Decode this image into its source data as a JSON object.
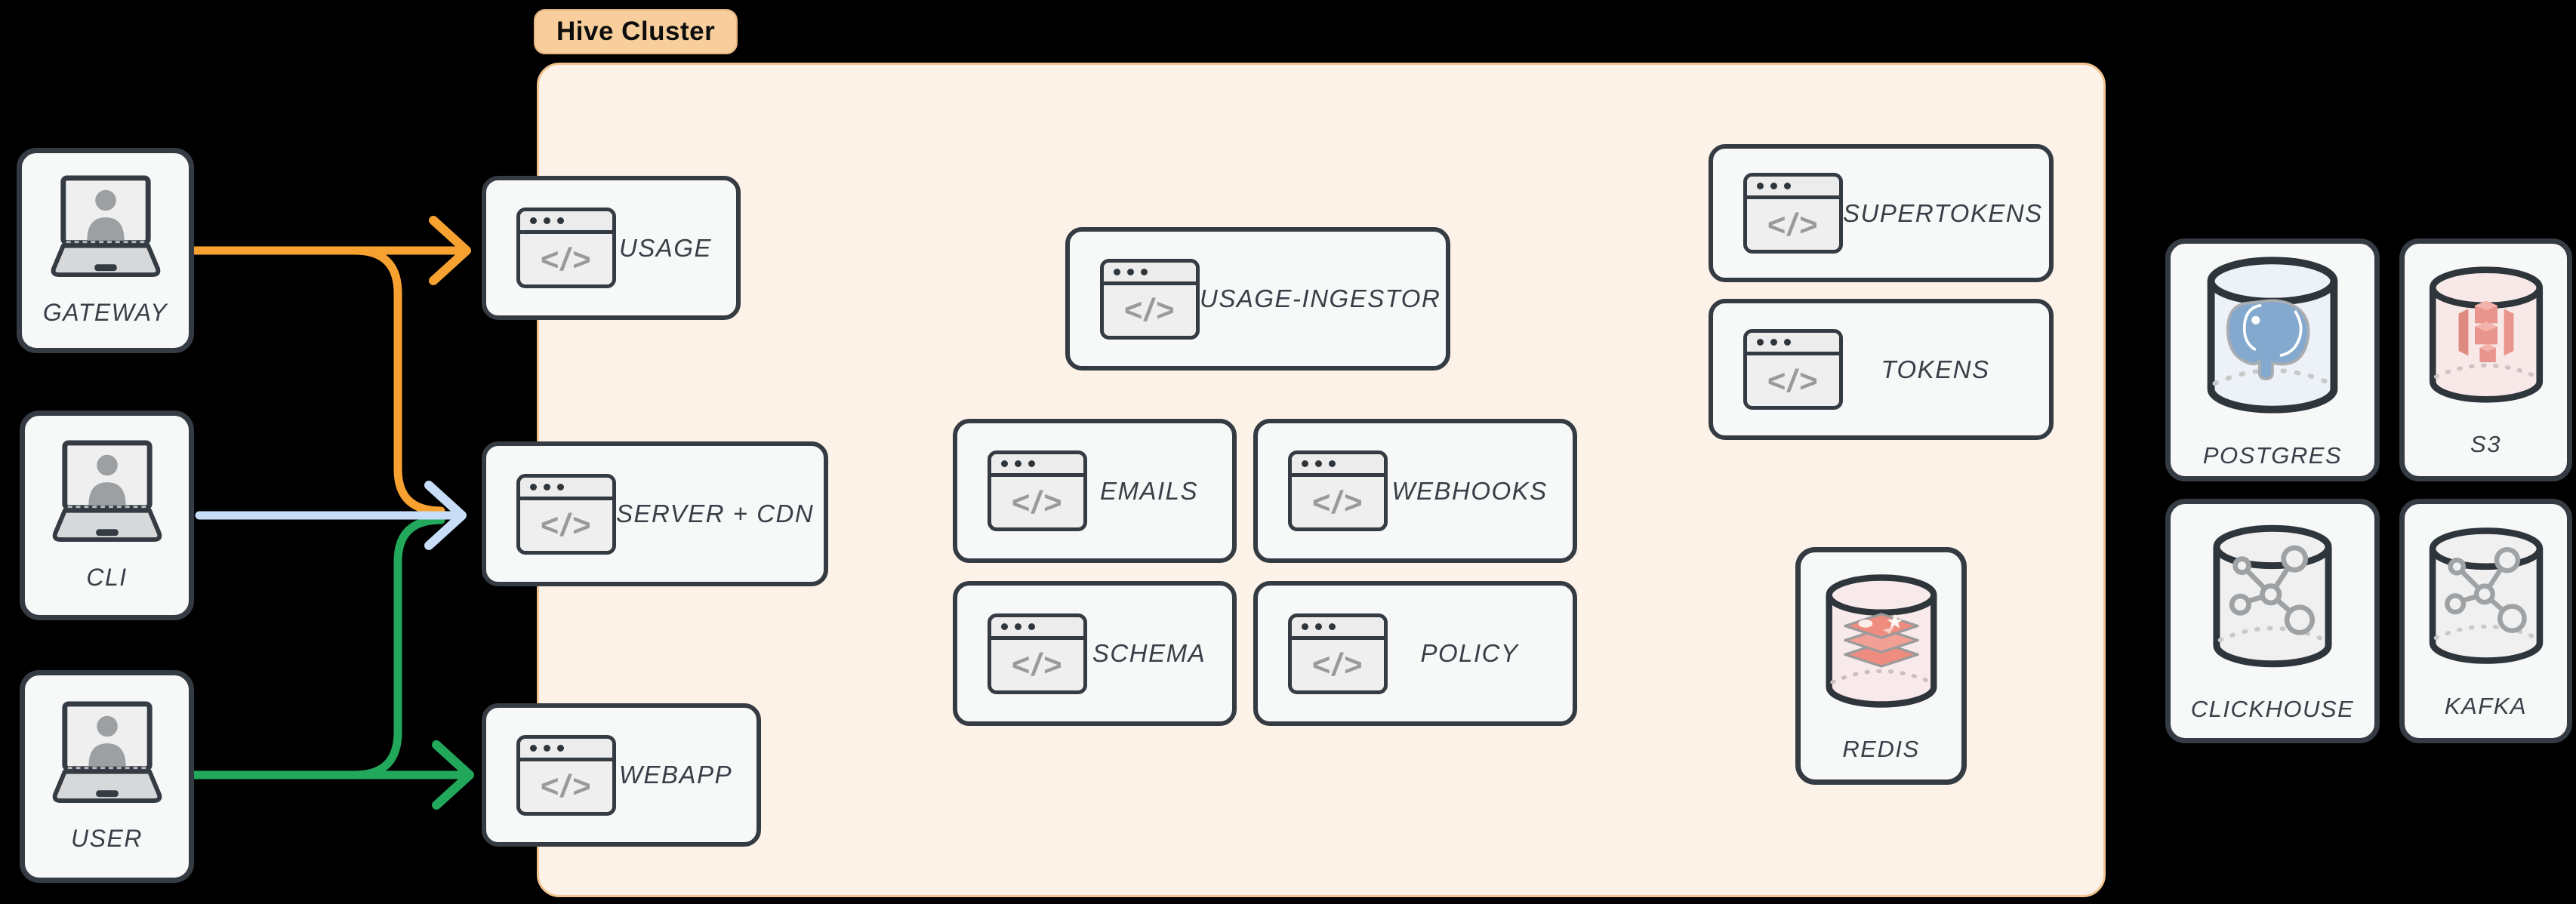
{
  "diagram": {
    "cluster_label": "Hive Cluster",
    "code_glyph": "</>",
    "nodes": {
      "gateway": {
        "label": "GATEWAY",
        "type": "client"
      },
      "cli": {
        "label": "CLI",
        "type": "client"
      },
      "user": {
        "label": "USER",
        "type": "client"
      },
      "usage": {
        "label": "USAGE",
        "type": "service"
      },
      "server_cdn": {
        "label": "SERVER + CDN",
        "type": "service"
      },
      "webapp": {
        "label": "WEBAPP",
        "type": "service"
      },
      "usage_ingestor": {
        "label": "USAGE-INGESTOR",
        "type": "service"
      },
      "emails": {
        "label": "EMAILS",
        "type": "service"
      },
      "webhooks": {
        "label": "WEBHOOKS",
        "type": "service"
      },
      "schema": {
        "label": "SCHEMA",
        "type": "service"
      },
      "policy": {
        "label": "POLICY",
        "type": "service"
      },
      "supertokens": {
        "label": "SUPERTOKENS",
        "type": "service"
      },
      "tokens": {
        "label": "TOKENS",
        "type": "service"
      },
      "redis": {
        "label": "REDIS",
        "type": "datastore"
      },
      "postgres": {
        "label": "POSTGRES",
        "type": "datastore"
      },
      "s3": {
        "label": "S3",
        "type": "datastore"
      },
      "clickhouse": {
        "label": "CLICKHOUSE",
        "type": "datastore"
      },
      "kafka": {
        "label": "KAFKA",
        "type": "datastore"
      }
    },
    "edges": [
      {
        "from": "GATEWAY",
        "to": "USAGE",
        "color": "#F7A230"
      },
      {
        "from": "GATEWAY",
        "to": "SERVER + CDN",
        "color": "#F7A230"
      },
      {
        "from": "CLI",
        "to": "SERVER + CDN",
        "color": "#C7DDF8"
      },
      {
        "from": "USER",
        "to": "SERVER + CDN",
        "color": "#22A85A"
      },
      {
        "from": "USER",
        "to": "WEBAPP",
        "color": "#22A85A"
      }
    ],
    "colors": {
      "background": "#000000",
      "cluster_fill": "#FDF2E8",
      "cluster_border": "#F3C492",
      "tag_fill": "#F8CE9C",
      "node_fill": "#F7F8F8",
      "node_border": "#343B42",
      "label_text": "#383F46",
      "orange_edge": "#F7A230",
      "green_edge": "#22A85A",
      "blue_edge": "#C7DDF8"
    }
  }
}
